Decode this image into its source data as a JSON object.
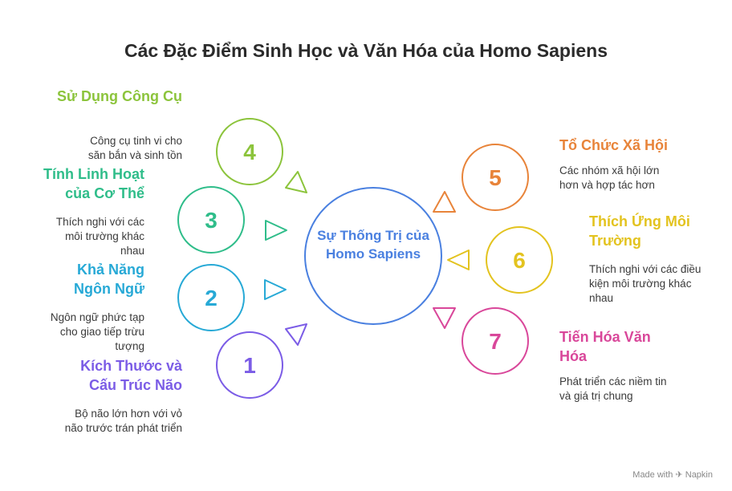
{
  "title": "Các Đặc Điểm Sinh Học và Văn Hóa của Homo Sapiens",
  "center": {
    "label": "Sự Thống Trị của Homo Sapiens",
    "color": "#4a80e0"
  },
  "items": [
    {
      "num": "1",
      "heading": "Kích Thước và Cấu Trúc Não",
      "desc": "Bộ não lớn hơn với vỏ não trước trán phát triển",
      "color": "#7b5ce6"
    },
    {
      "num": "2",
      "heading": "Khả Năng Ngôn Ngữ",
      "desc": "Ngôn ngữ phức tạp cho giao tiếp trừu tượng",
      "color": "#27a9d6"
    },
    {
      "num": "3",
      "heading": "Tính Linh Hoạt của Cơ Thể",
      "desc": "Thích nghi với các môi trường khác nhau",
      "color": "#2fbd8a"
    },
    {
      "num": "4",
      "heading": "Sử Dụng Công Cụ",
      "desc": "Công cụ tinh vi cho săn bắn và sinh tồn",
      "color": "#8cc43c"
    },
    {
      "num": "5",
      "heading": "Tổ Chức Xã Hội",
      "desc": "Các nhóm xã hội lớn hơn và hợp tác hơn",
      "color": "#e8843a"
    },
    {
      "num": "6",
      "heading": "Thích Ứng Môi Trường",
      "desc": "Thích nghi với các điều kiện môi trường khác nhau",
      "color": "#e3c31f"
    },
    {
      "num": "7",
      "heading": "Tiến Hóa Văn Hóa",
      "desc": "Phát triển các niềm tin và giá trị chung",
      "color": "#d9479a"
    }
  ],
  "footer": "Made with ✈ Napkin"
}
